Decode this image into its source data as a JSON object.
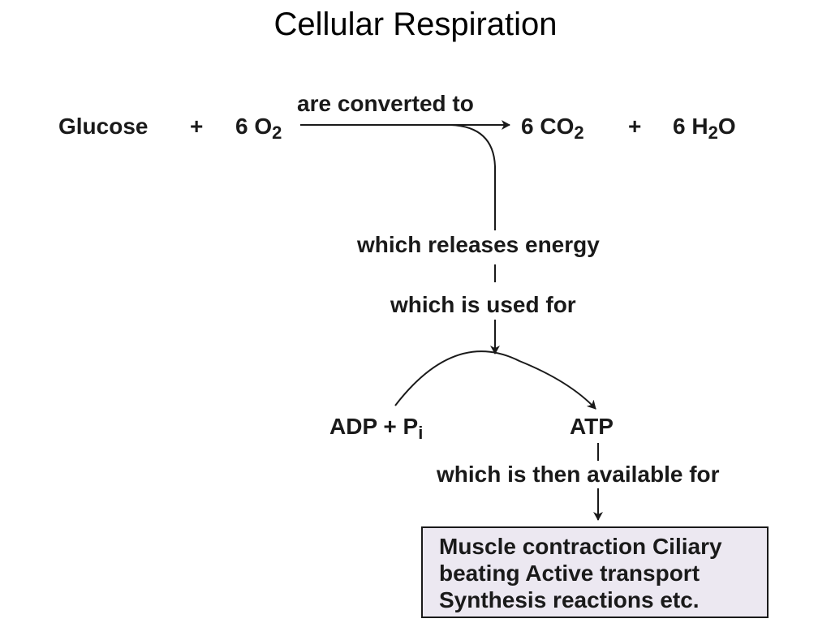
{
  "title": "Cellular Respiration",
  "equation": {
    "reactant1": "Glucose",
    "plus1": "+",
    "reactant2": {
      "coefficient": "6 O",
      "subscript": "2"
    },
    "arrow_label": "are converted to",
    "product1": {
      "coefficient": "6 CO",
      "subscript": "2"
    },
    "plus2": "+",
    "product2": {
      "prefix": "6 H",
      "subscript": "2",
      "suffix": "O"
    }
  },
  "steps": {
    "releases": "which releases energy",
    "used_for": "which is used for",
    "then_available": "which is then available for"
  },
  "phosphorylation": {
    "reactant": {
      "text": "ADP + P",
      "subscript": "i"
    },
    "product": "ATP"
  },
  "uses_box": {
    "lines": [
      "Muscle contraction Ciliary",
      "beating Active transport",
      "Synthesis reactions etc."
    ],
    "fill_color": "#ece8f1"
  }
}
